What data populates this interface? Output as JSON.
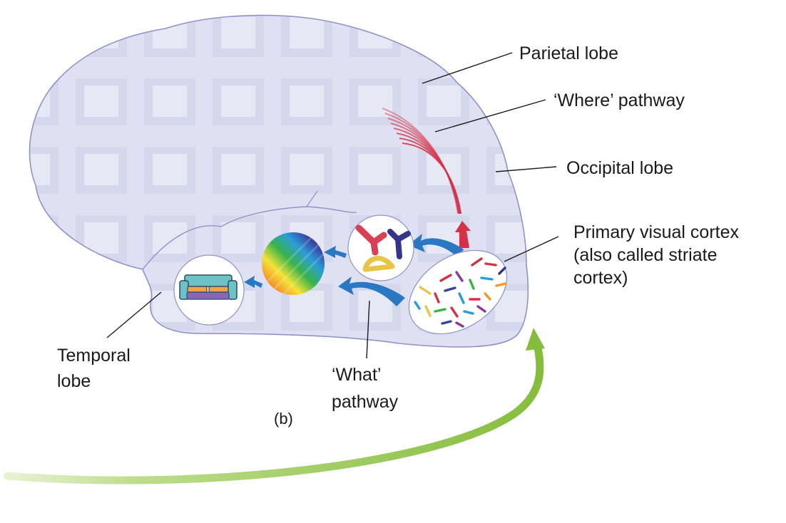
{
  "labels": {
    "parietal": "Parietal lobe",
    "where": "‘Where’ pathway",
    "occipital": "Occipital lobe",
    "primary_1": "Primary visual cortex",
    "primary_2": "(also called striate",
    "primary_3": "cortex)",
    "temporal_1": "Temporal",
    "temporal_2": "lobe",
    "what_1": "‘What’",
    "what_2": "pathway",
    "panel": "(b)"
  },
  "colors": {
    "brain_fill": "#dfe1f3",
    "brain_outline": "#8f92c6",
    "pathway_arrows": "#2a78c2",
    "where_fibres": "#d43248",
    "feedback_arrow": "#8cc043"
  },
  "icons": {
    "temporal_circle": "sofa-icon",
    "middle_circle": "color-spectrum-icon",
    "upper_circle": "shape-fragments-icon",
    "cortex_ellipse": "oriented-line-segments-icon"
  }
}
